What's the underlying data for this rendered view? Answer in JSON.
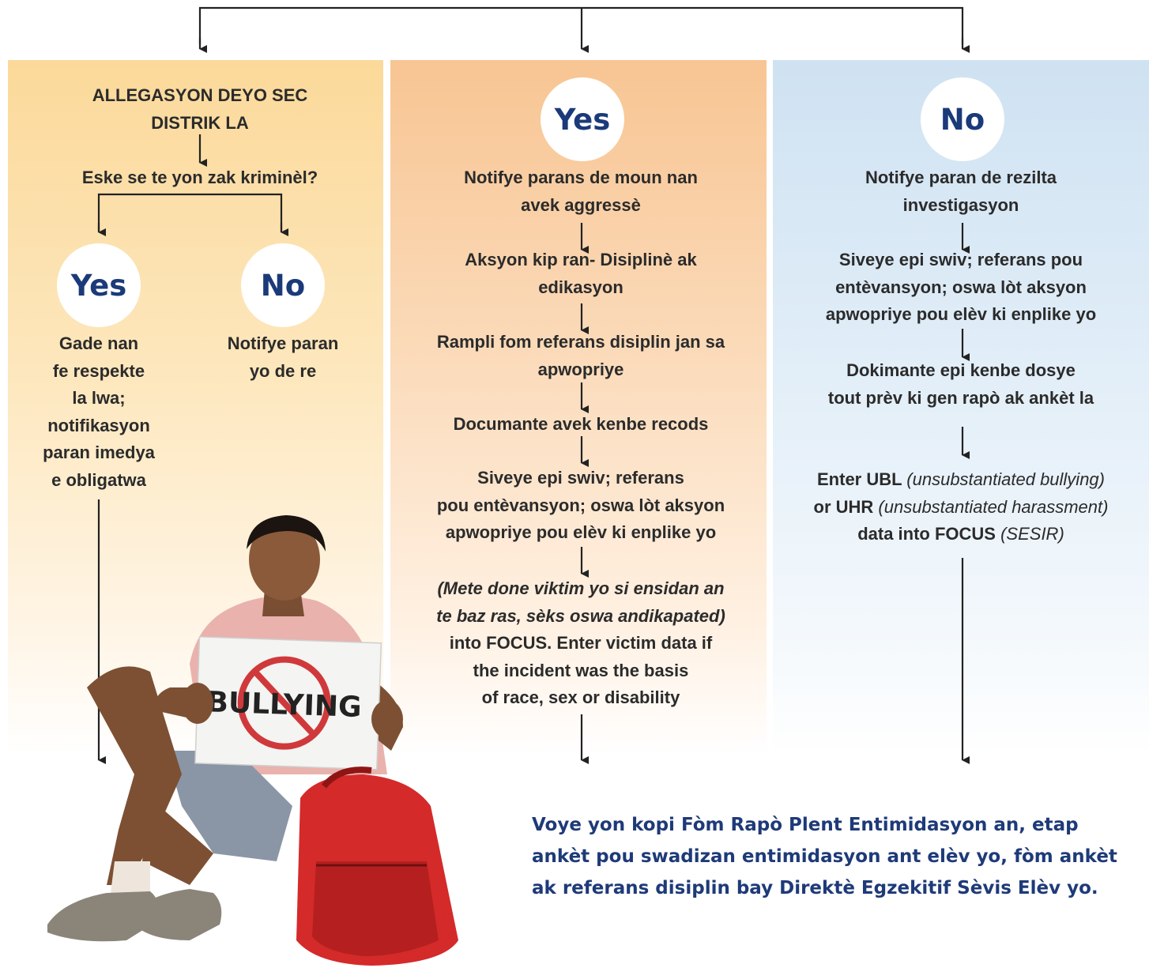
{
  "left": {
    "title": "ALLEGASYON DEYO SEC\nDISTRIK LA",
    "question": "Eske se te yon zak kriminèl?",
    "yes_label": "Yes",
    "no_label": "No",
    "yes_text": "Gade nan\nfe respekte\nla lwa;\nnotifikasyon\nparan imedya\ne obligatwa",
    "no_text": "Notifye paran\nyo de re"
  },
  "middle": {
    "yes_label": "Yes",
    "step1": "Notifye parans de moun nan\navek aggressè",
    "step2": "Aksyon kip ran- Disiplinè ak\nedikasyon",
    "step3": "Rampli fom referans disiplin jan sa\napwopriye",
    "step4": "Documante avek kenbe  recods",
    "step5": "Siveye epi swiv; referans\npou entèvansyon; oswa lòt aksyon\napwopriye pou elèv ki enplike yo",
    "step6_italic": "(Mete done viktim yo si ensidan an\nte baz ras, sèks oswa andikapated)",
    "step6_rest": "into FOCUS. Enter victim data if\nthe incident was the basis\nof race, sex or disability"
  },
  "right": {
    "no_label": "No",
    "step1": "Notifye paran de rezilta\ninvestigasyon",
    "step2": "Siveye epi swiv; referans pou\nentèvansyon; oswa lòt aksyon\napwopriye pou elèv ki enplike yo",
    "step3": "Dokimante epi kenbe dosye\ntout prèv ki gen rapò ak ankèt la",
    "step4_enter": "Enter UBL ",
    "step4_ubl_italic": "(unsubstantiated bullying)",
    "step4_or": "or UHR ",
    "step4_uhr_italic": "(unsubstantiated harassment)",
    "step4_data": "data into FOCUS ",
    "step4_sesir_italic": "(SESIR)"
  },
  "sign_text": "BULLYING",
  "footer_text": "Voye yon kopi Fòm Rapò Plent Entimidasyon an,  etap ankèt pou swadizan entimidasyon ant elèv yo, fòm ankèt ak referans disiplin bay Direktè Egzekitif Sèvis Elèv yo.",
  "colors": {
    "left_panel": "#fbd99a",
    "middle_panel": "#f8c593",
    "right_panel": "#cfe2f2",
    "circle_text": "#1b3a7a",
    "footer_text": "#1e3a78",
    "backpack": "#d42a2a",
    "no_symbol": "#d0393b"
  }
}
